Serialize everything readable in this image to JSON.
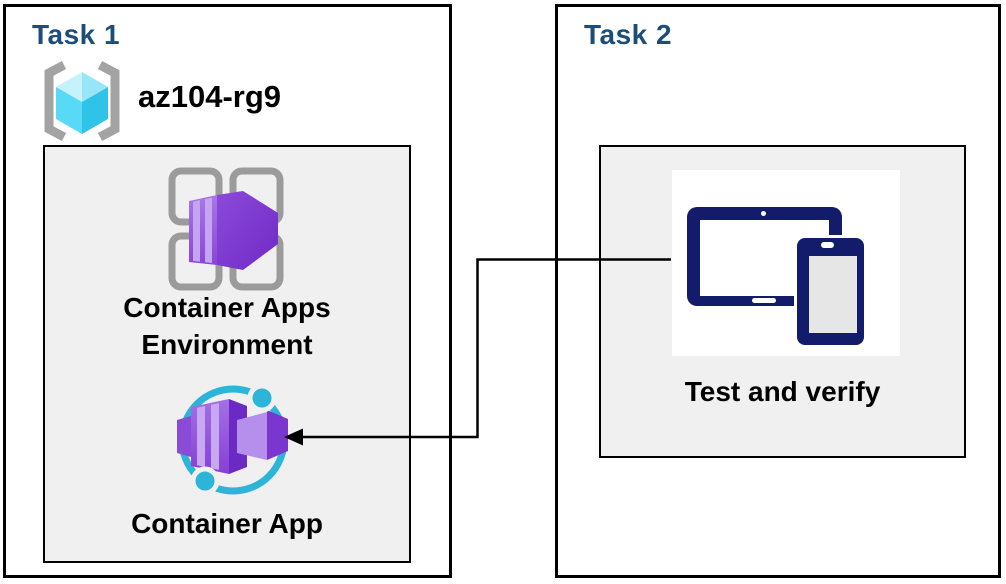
{
  "task1": {
    "title": "Task 1",
    "resource_group": "az104-rg9",
    "environment_label": "Container Apps Environment",
    "app_label": "Container App"
  },
  "task2": {
    "title": "Task 2",
    "verify_label": "Test and verify"
  },
  "connector": {
    "from": "Test and verify",
    "to": "Container App",
    "style": "elbow-arrow-left"
  },
  "icons": {
    "resource_group": "azure-resource-group-icon",
    "environment": "container-apps-environment-icon",
    "container_app": "container-app-icon",
    "devices": "tablet-and-phone-icon"
  },
  "colors": {
    "task_title": "#1d4e79",
    "border": "#000000",
    "inner_box_fill": "#f0f0f0",
    "device_navy": "#131b6b",
    "cyan_accent": "#2cb4d9",
    "cube_cyan": "#58d9f5",
    "purple_front": "#8a44d7",
    "purple_dark": "#6f2ac6",
    "purple_stripe": "#c5a4f1",
    "frame_gray": "#9b9b9b",
    "bracket_gray": "#a3a3a3"
  }
}
